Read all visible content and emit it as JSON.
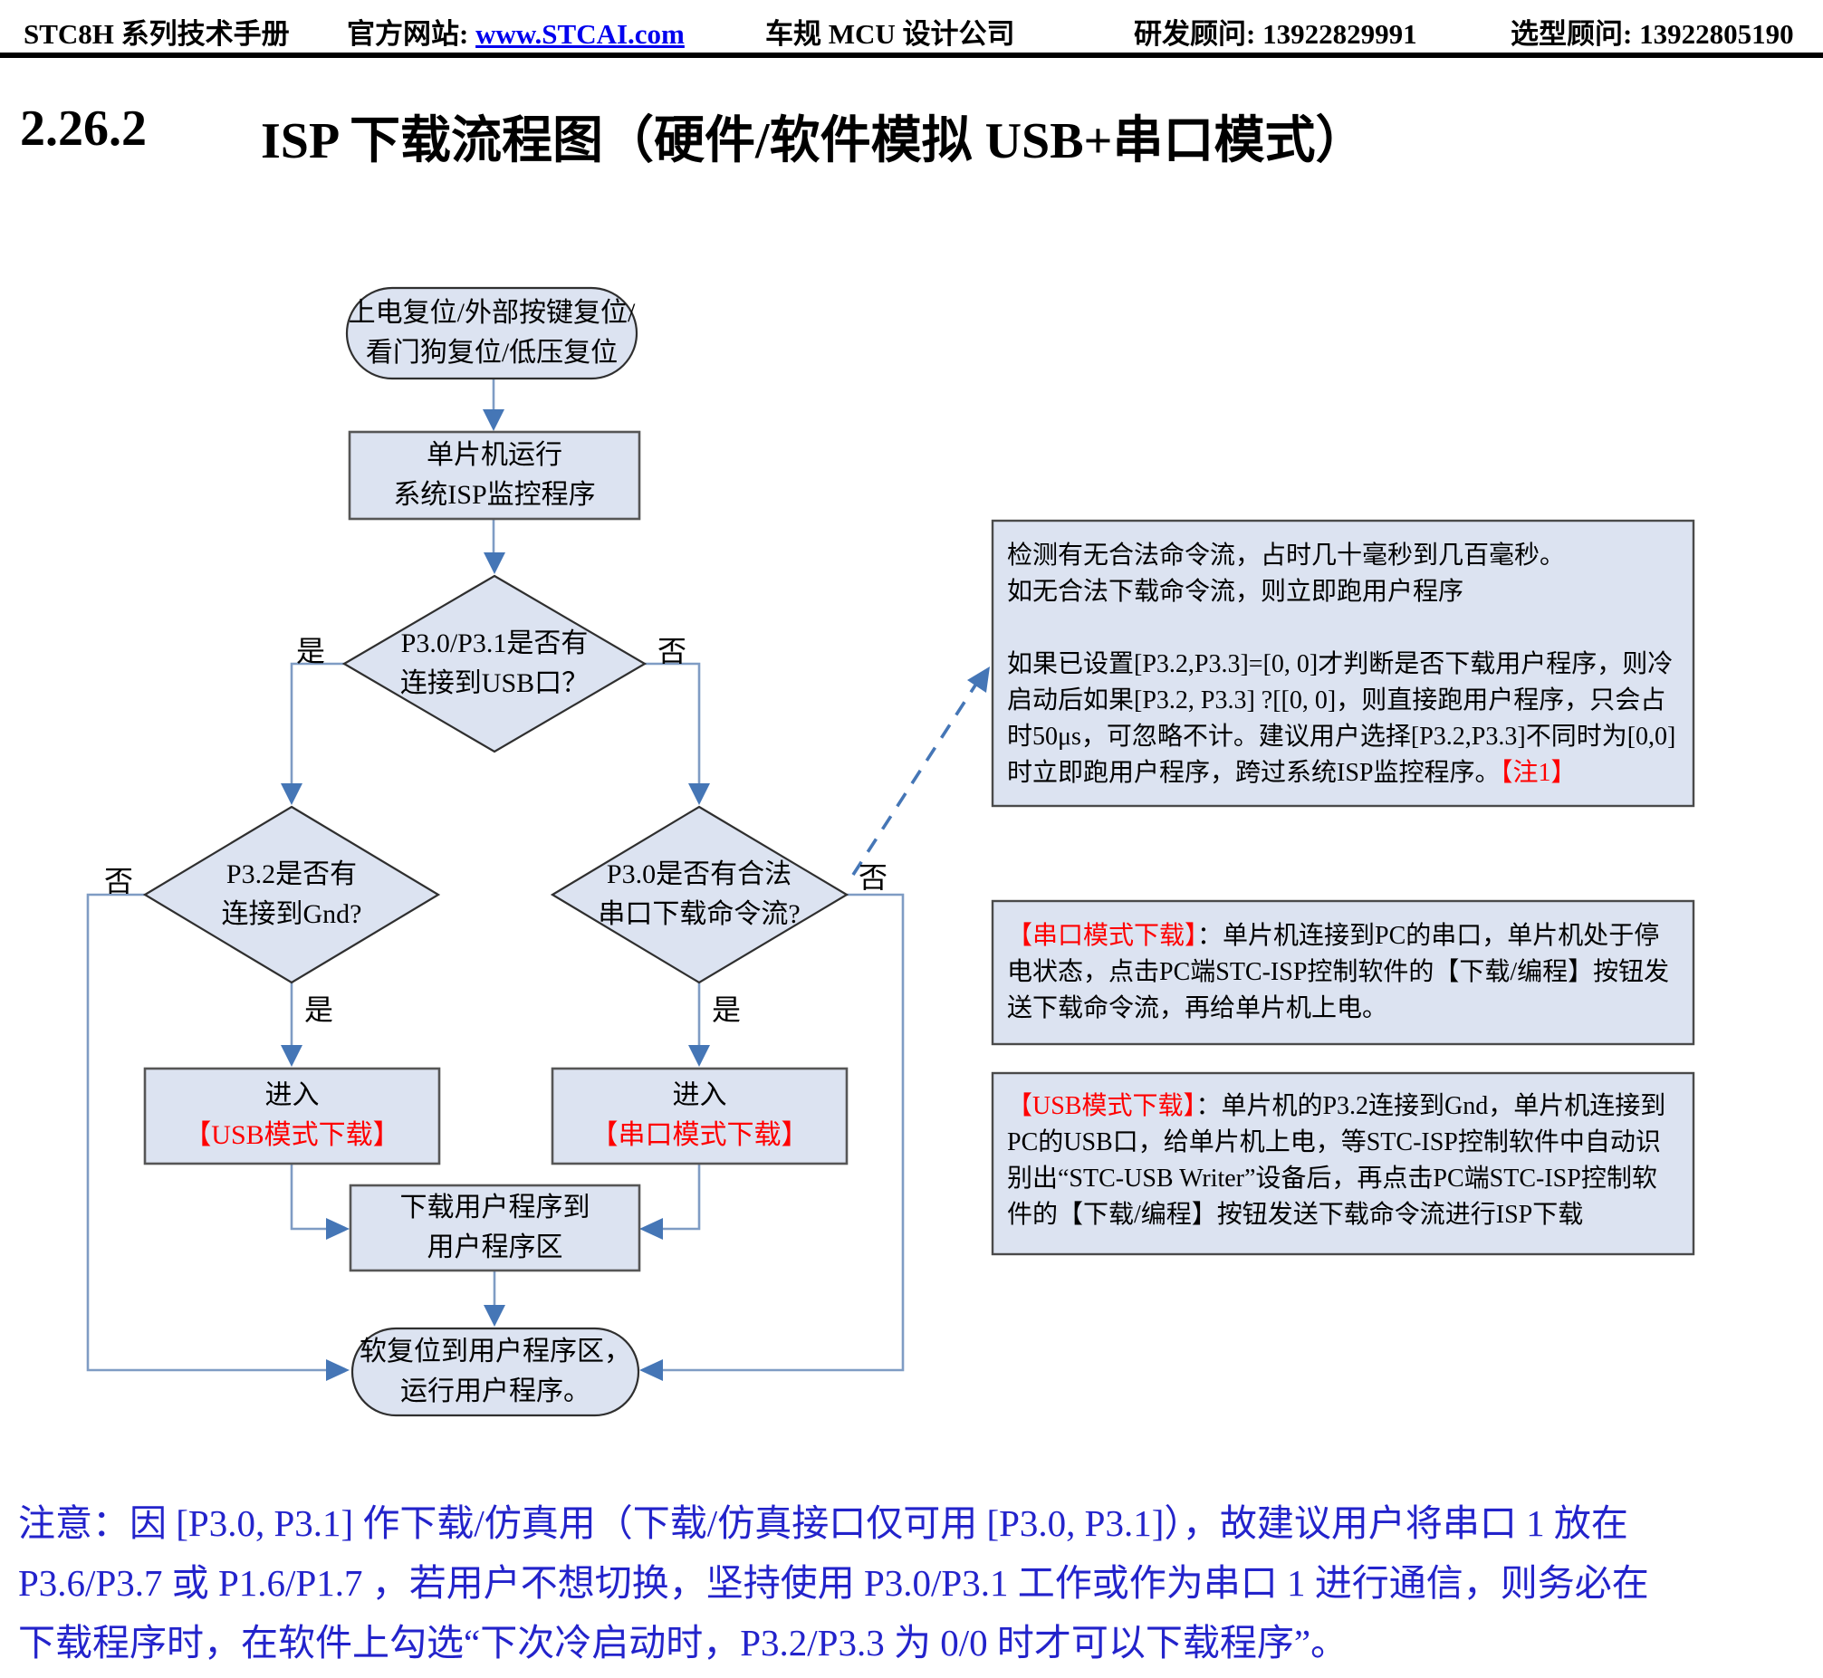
{
  "header": {
    "manual": "STC8H 系列技术手册",
    "website_label": "官方网站:",
    "website_url": "www.STCAI.com",
    "company": "车规 MCU 设计公司",
    "rd_contact": "研发顾问: 13922829991",
    "selection_contact": "选型顾问: 13922805190"
  },
  "title": {
    "number": "2.26.2",
    "text": "ISP 下载流程图（硬件/软件模拟 USB+串口模式）"
  },
  "flowchart": {
    "start": {
      "line1": "上电复位/外部按键复位/",
      "line2": "看门狗复位/低压复位"
    },
    "run_isp": {
      "line1": "单片机运行",
      "line2": "系统ISP监控程序"
    },
    "d_usb": {
      "line1": "P3.0/P3.1是否有",
      "line2": "连接到USB口？",
      "yes": "是",
      "no": "否"
    },
    "d_gnd": {
      "line1": "P3.2是否有",
      "line2": "连接到Gnd?",
      "yes": "是",
      "no": "否"
    },
    "d_serial": {
      "line1": "P3.0是否有合法",
      "line2": "串口下载命令流?",
      "yes": "是",
      "no": "否"
    },
    "enter_usb": {
      "line1": "进入",
      "line2": "【USB模式下载】"
    },
    "enter_serial": {
      "line1": "进入",
      "line2": "【串口模式下载】"
    },
    "download": {
      "line1": "下载用户程序到",
      "line2": "用户程序区"
    },
    "soft_reset": {
      "line1": "软复位到用户程序区，",
      "line2": "运行用户程序。"
    }
  },
  "annotations": {
    "note1": {
      "p1": "检测有无合法命令流，占时几十毫秒到几百毫秒。",
      "p2": "如无合法下载命令流，则立即跑用户程序",
      "p3": "如果已设置[P3.2,P3.3]=[0, 0]才判断是否下载用户程序，则冷启动后如果[P3.2, P3.3] ?[[0, 0]，则直接跑用户程序，只会占时50μs，可忽略不计。建议用户选择[P3.2,P3.3]不同时为[0,0]时立即跑用户程序，跨过系统ISP监控程序。",
      "ref": "【注1】"
    },
    "serial_mode": {
      "title": "【串口模式下载】",
      "body": "：单片机连接到PC的串口，单片机处于停电状态，点击PC端STC-ISP控制软件的【下载/编程】按钮发送下载命令流，再给单片机上电。"
    },
    "usb_mode": {
      "title": "【USB模式下载】",
      "body": "：单片机的P3.2连接到Gnd，单片机连接到PC的USB口，给单片机上电，等STC-ISP控制软件中自动识别出“STC-USB Writer”设备后，再点击PC端STC-ISP控制软件的【下载/编程】按钮发送下载命令流进行ISP下载"
    }
  },
  "note": {
    "line1": "注意：因 [P3.0, P3.1] 作下载/仿真用（下载/仿真接口仅可用 [P3.0, P3.1]），故建议用户将串口 1 放在",
    "line2": "P3.6/P3.7 或 P1.6/P1.7 ，若用户不想切换，坚持使用 P3.0/P3.1 工作或作为串口 1 进行通信，则务必在",
    "line3": "下载程序时，在软件上勾选“下次冷启动时，P3.2/P3.3 为 0/0 时才可以下载程序”。"
  },
  "colors": {
    "node_fill": "#dce3f1",
    "connector_line": "#7f9cc4",
    "arrowhead": "#4576b6",
    "emphasis_red": "#ff0000",
    "note_blue": "#2323cb",
    "link_blue": "#0000ee",
    "rule_black": "#000000"
  }
}
